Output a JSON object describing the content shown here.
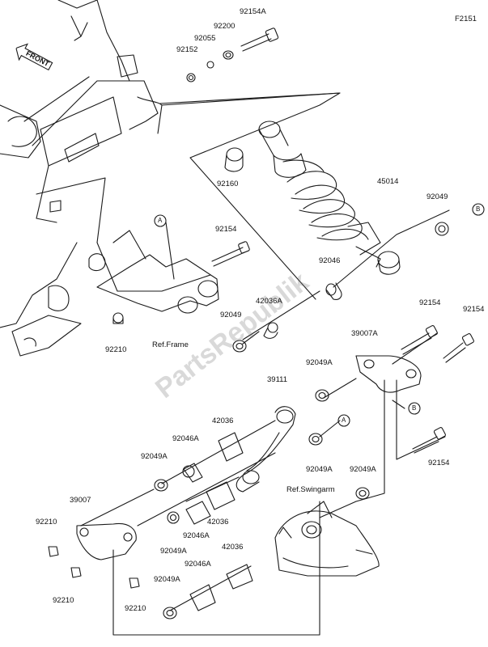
{
  "diagram_code": "F2151",
  "front_label": "FRONT",
  "watermark": "PartsRepublik",
  "refs": {
    "frame": "Ref.Frame",
    "swingarm": "Ref.Swingarm"
  },
  "markers": {
    "a": "A",
    "b": "B"
  },
  "parts": [
    "92154A",
    "92200",
    "92055",
    "92152",
    "92160",
    "45014",
    "92049",
    "92154",
    "92046",
    "42036A",
    "92049",
    "92210",
    "39007A",
    "92154",
    "92154",
    "92049A",
    "39111",
    "42036",
    "92046A",
    "92049A",
    "92049A",
    "92049A",
    "92154",
    "39007",
    "92210",
    "92046A",
    "42036",
    "92049A",
    "92046A",
    "42036",
    "92210",
    "92210",
    "92049A"
  ]
}
